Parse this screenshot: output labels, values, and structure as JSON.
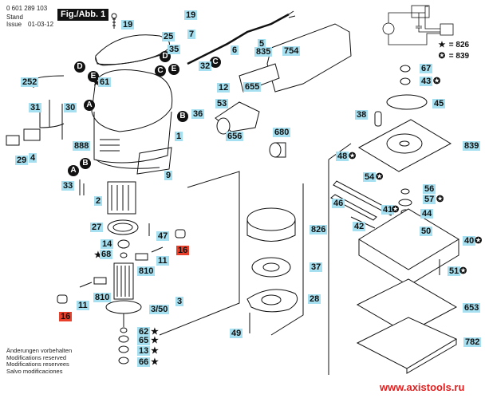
{
  "header": {
    "part_number": "0 601 289 103",
    "stand_label": "Stand",
    "issue_label": "Issue",
    "issue_date": "01-03-12",
    "figure_title": "Fig./Abb. 1"
  },
  "legend": {
    "items": [
      {
        "icon": "star-icon",
        "glyph": "★",
        "text": "= 826"
      },
      {
        "icon": "star-circle-icon",
        "glyph": "✪",
        "text": "= 839"
      }
    ]
  },
  "notes": [
    "Änderungen vorbehalten",
    "Modifications reserved",
    "Modifications reservees",
    "Salvo modificaciones"
  ],
  "watermark": "www.axistools.ru",
  "connectors": [
    "A",
    "B",
    "C",
    "D",
    "E"
  ],
  "parts": [
    {
      "id": "19a",
      "label": "19"
    },
    {
      "id": "25",
      "label": "25"
    },
    {
      "id": "19b",
      "label": "19"
    },
    {
      "id": "7",
      "label": "7"
    },
    {
      "id": "6",
      "label": "6"
    },
    {
      "id": "5",
      "label": "5"
    },
    {
      "id": "835",
      "label": "835"
    },
    {
      "id": "35",
      "label": "35"
    },
    {
      "id": "32",
      "label": "32"
    },
    {
      "id": "754",
      "label": "754"
    },
    {
      "id": "252",
      "label": "252"
    },
    {
      "id": "61",
      "label": "61",
      "mark": "★"
    },
    {
      "id": "31",
      "label": "31"
    },
    {
      "id": "30",
      "label": "30"
    },
    {
      "id": "12",
      "label": "12"
    },
    {
      "id": "53",
      "label": "53"
    },
    {
      "id": "655",
      "label": "655"
    },
    {
      "id": "36",
      "label": "36"
    },
    {
      "id": "656",
      "label": "656"
    },
    {
      "id": "680",
      "label": "680"
    },
    {
      "id": "888",
      "label": "888"
    },
    {
      "id": "4",
      "label": "4"
    },
    {
      "id": "29",
      "label": "29"
    },
    {
      "id": "1",
      "label": "1"
    },
    {
      "id": "9",
      "label": "9"
    },
    {
      "id": "33",
      "label": "33"
    },
    {
      "id": "2",
      "label": "2"
    },
    {
      "id": "27",
      "label": "27"
    },
    {
      "id": "47",
      "label": "47"
    },
    {
      "id": "14",
      "label": "14"
    },
    {
      "id": "68",
      "label": "68",
      "mark": "★"
    },
    {
      "id": "16a",
      "label": "16",
      "red": true
    },
    {
      "id": "11a",
      "label": "11"
    },
    {
      "id": "810a",
      "label": "810"
    },
    {
      "id": "11b",
      "label": "11"
    },
    {
      "id": "810b",
      "label": "810"
    },
    {
      "id": "16b",
      "label": "16",
      "red": true
    },
    {
      "id": "3",
      "label": "3"
    },
    {
      "id": "3_50",
      "label": "3/50"
    },
    {
      "id": "62",
      "label": "62",
      "mark": "★"
    },
    {
      "id": "65",
      "label": "65",
      "mark": "★"
    },
    {
      "id": "13",
      "label": "13",
      "mark": "★"
    },
    {
      "id": "66",
      "label": "66",
      "mark": "★"
    },
    {
      "id": "826",
      "label": "826"
    },
    {
      "id": "37",
      "label": "37"
    },
    {
      "id": "28",
      "label": "28"
    },
    {
      "id": "49",
      "label": "49"
    },
    {
      "id": "67",
      "label": "67"
    },
    {
      "id": "43",
      "label": "43",
      "mark": "✪"
    },
    {
      "id": "45",
      "label": "45"
    },
    {
      "id": "38",
      "label": "38"
    },
    {
      "id": "839",
      "label": "839"
    },
    {
      "id": "48",
      "label": "48",
      "mark": "✪"
    },
    {
      "id": "54",
      "label": "54",
      "mark": "✪"
    },
    {
      "id": "56",
      "label": "56"
    },
    {
      "id": "57",
      "label": "57",
      "mark": "✪"
    },
    {
      "id": "46",
      "label": "46"
    },
    {
      "id": "41",
      "label": "41",
      "mark": "✪"
    },
    {
      "id": "44",
      "label": "44"
    },
    {
      "id": "42",
      "label": "42"
    },
    {
      "id": "50",
      "label": "50"
    },
    {
      "id": "40",
      "label": "40",
      "mark": "✪"
    },
    {
      "id": "51",
      "label": "51",
      "mark": "✪"
    },
    {
      "id": "653",
      "label": "653"
    },
    {
      "id": "782",
      "label": "782"
    }
  ],
  "colors": {
    "label_bg": "#a6e0f0",
    "highlight_label_bg": "#e8402a",
    "watermark": "#e02020"
  }
}
